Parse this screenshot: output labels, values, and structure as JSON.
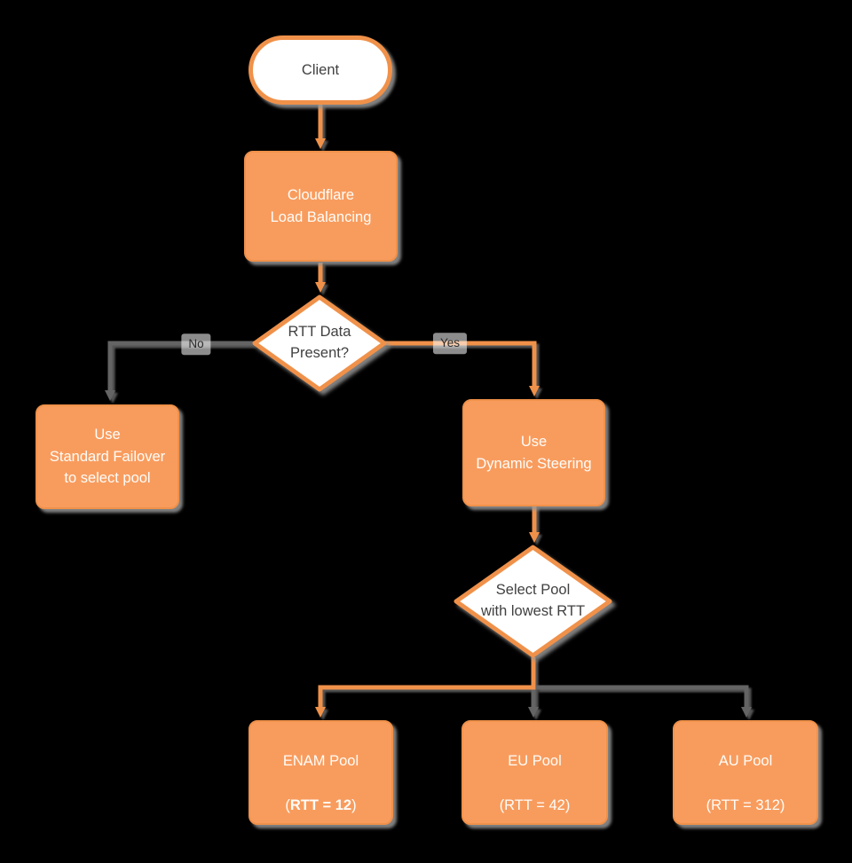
{
  "colors": {
    "background": "#000000",
    "orange_fill": "#F89C5E",
    "orange_stroke": "#F0914A",
    "gray_line": "#646464",
    "white_fill": "#FFFFFF",
    "text_dark": "#414141",
    "text_light": "#FFFDF9"
  },
  "nodes": {
    "client": {
      "label": "Client"
    },
    "load_balancing": {
      "label": "Cloudflare\nLoad Balancing"
    },
    "rtt_decision": {
      "label": "RTT Data\nPresent?"
    },
    "standard_failover": {
      "label": "Use\nStandard Failover\nto select pool"
    },
    "dynamic_steering": {
      "label": "Use\nDynamic Steering"
    },
    "select_pool": {
      "label": "Select Pool\nwith lowest RTT"
    },
    "enam_pool": {
      "line1": "ENAM Pool",
      "open": "(",
      "value": "RTT = 12",
      "close": ")"
    },
    "eu_pool": {
      "line1": "EU Pool",
      "line2": "(RTT = 42)"
    },
    "au_pool": {
      "line1": "AU Pool",
      "line2": "(RTT = 312)"
    }
  },
  "edges": {
    "no_label": "No",
    "yes_label": "Yes"
  }
}
